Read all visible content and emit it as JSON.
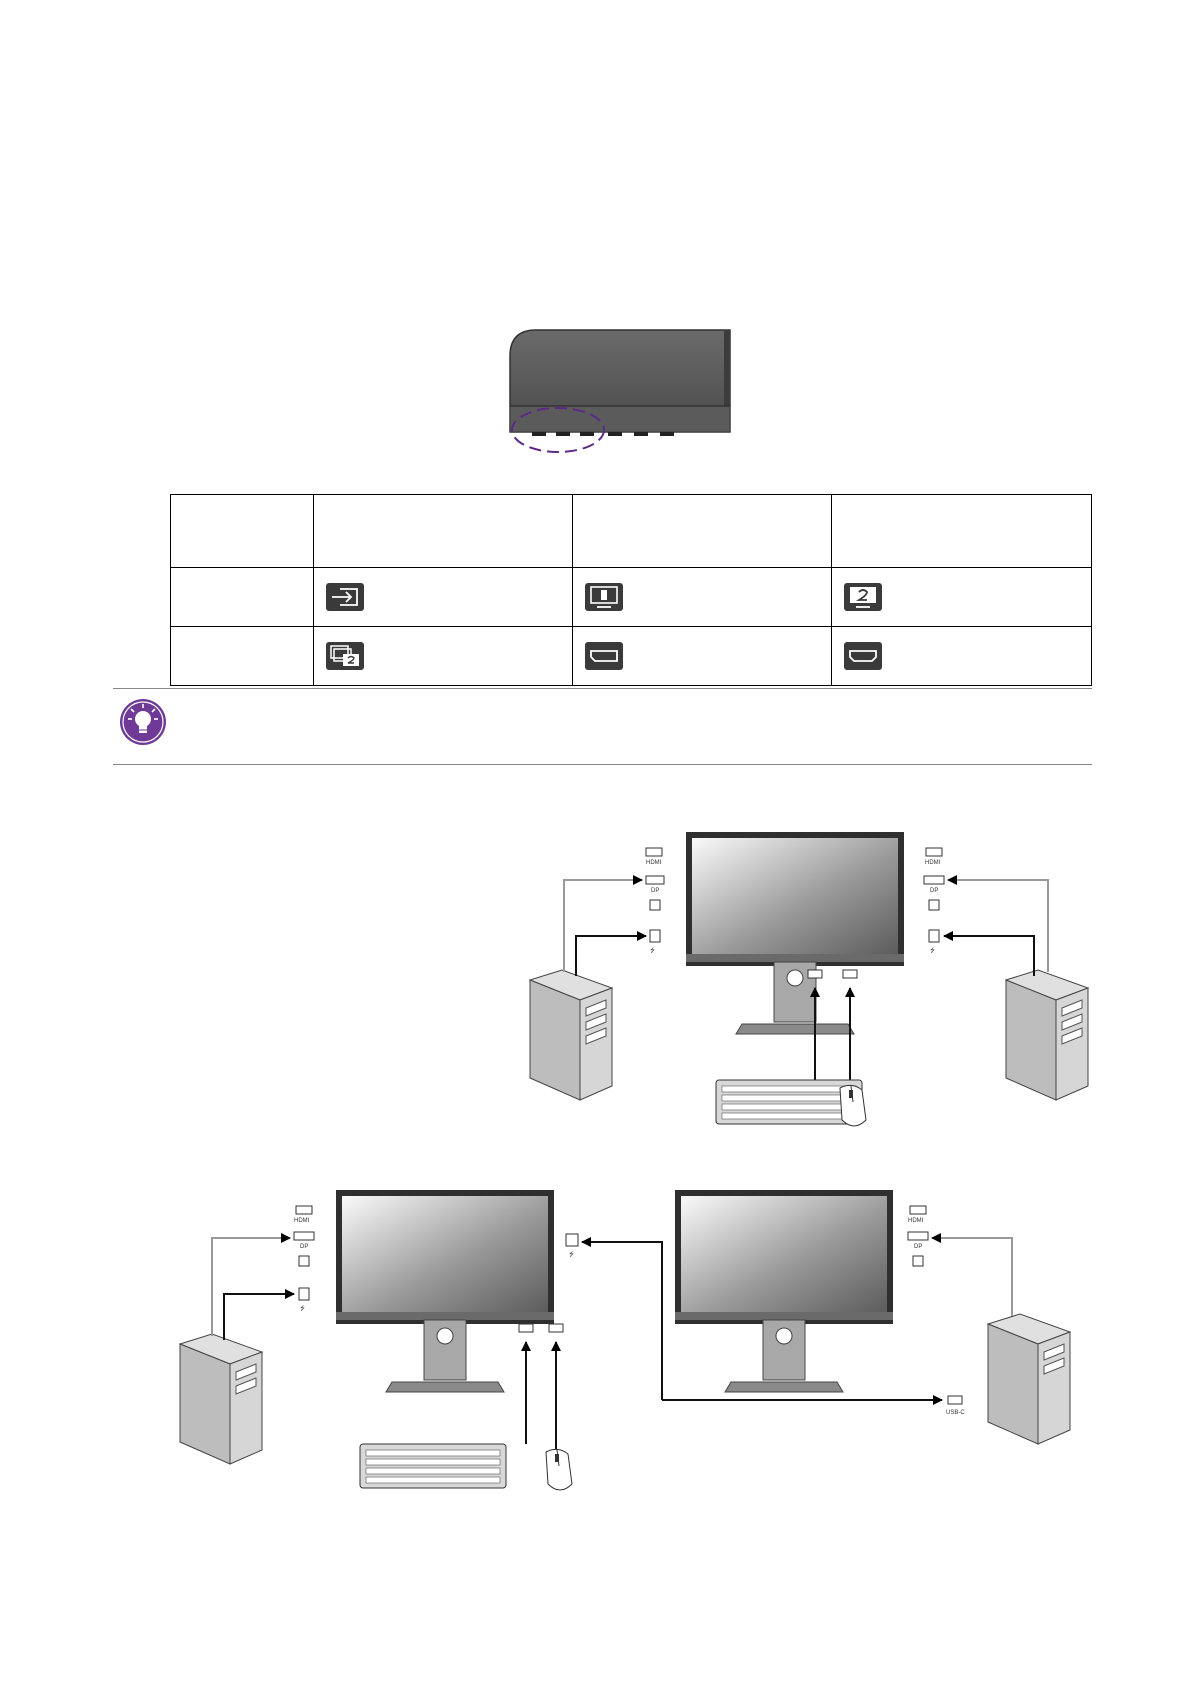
{
  "monitor_keys": {
    "rows": [
      {
        "icons": [
          "input-icon",
          "screen-1-icon",
          "screen-2-icon"
        ]
      },
      {
        "icons": [
          "pip-pbp-icon",
          "displayport-icon",
          "hdmi-icon"
        ]
      }
    ]
  },
  "port_labels": {
    "hdmi": "HDMI",
    "dp": "DP",
    "usb": "⭍",
    "usb_c": "USB-C"
  },
  "colors": {
    "key_icon_bg": "#3a3a3a",
    "tip_icon": "#6e3a96",
    "selection_outline": "#5b2a86",
    "bezel": "#5a5a5a"
  }
}
